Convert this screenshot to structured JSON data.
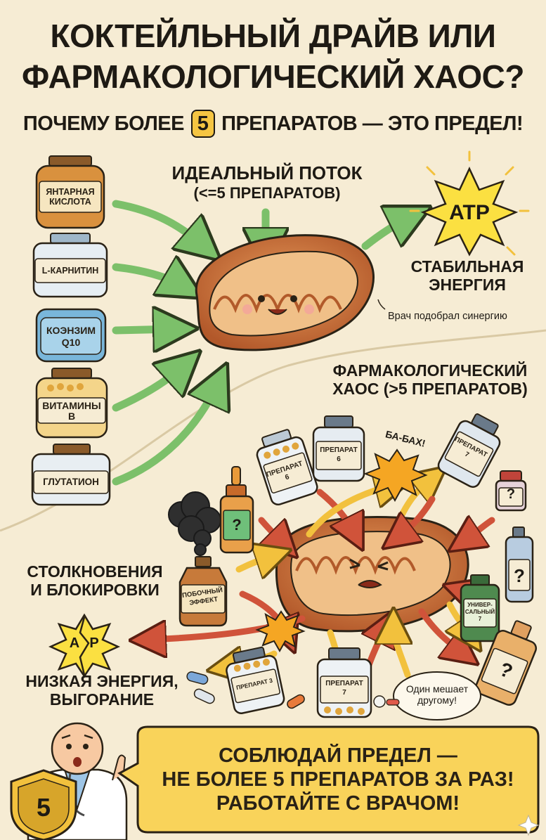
{
  "header": {
    "title_line1": "КОКТЕЙЛЬНЫЙ ДРАЙВ ИЛИ",
    "title_line2": "ФАРМАКОЛОГИЧЕСКИЙ ХАОС?",
    "subtitle_before": "ПОЧЕМУ БОЛЕЕ",
    "subtitle_number": "5",
    "subtitle_after": "ПРЕПАРАТОВ — ЭТО ПРЕДЕЛ!"
  },
  "ideal": {
    "flow_title_line1": "ИДЕАЛЬНЫЙ ПОТОК",
    "flow_title_line2": "(<=5 ПРЕПАРАТОВ)",
    "atp_label": "ATP",
    "energy_line1": "СТАБИЛЬНАЯ",
    "energy_line2": "ЭНЕРГИЯ",
    "doctor_note": "Врач подобрал синергию",
    "jars": [
      {
        "line1": "ЯНТАРНАЯ",
        "line2": "КИСЛОТА"
      },
      {
        "line1": "L-КАРНИТИН",
        "line2": ""
      },
      {
        "line1": "КОЭНЗИМ",
        "line2": "Q10"
      },
      {
        "line1": "ВИТАМИНЫ",
        "line2": "В"
      },
      {
        "line1": "ГЛУТАТИОН",
        "line2": ""
      }
    ]
  },
  "chaos": {
    "title_line1": "ФАРМАКОЛОГИЧЕСКИЙ",
    "title_line2": "ХАОС (>5 ПРЕПАРАТОВ)",
    "bang": "БА-БАХ!",
    "collision_line1": "СТОЛКНОВЕНИЯ",
    "collision_line2": "И БЛОКИРОВКИ",
    "low_energy_line1": "НИЗКАЯ ЭНЕРГИЯ,",
    "low_energy_line2": "ВЫГОРАНИЕ",
    "broken_atp_left": "A",
    "broken_atp_right": "P",
    "interference_line1": "Один мешает",
    "interference_line2": "другому!",
    "side_effect_line1": "ПОБОЧНЫЙ",
    "side_effect_line2": "ЭФФЕКТ",
    "bottle_labels": {
      "prep6a_line1": "ПРЕПАРАТ",
      "prep6a_line2": "6",
      "prep6b_line1": "ПРЕПАРАТ",
      "prep6b_line2": "6",
      "prep7a_line1": "ПРЕПАРАТ",
      "prep7a_line2": "7",
      "prep7b_line1": "ПРЕПАРАТ",
      "prep7b_line2": "7",
      "prep3": "ПРЕПАРАТ 3",
      "univ_line1": "УНИВЕР-",
      "univ_line2": "САЛЬНЫЙ",
      "univ_line3": "7",
      "unknown": "?"
    }
  },
  "footer": {
    "line1": "СОБЛЮДАЙ ПРЕДЕЛ —",
    "line2": "НЕ БОЛЕЕ 5 ПРЕПАРАТОВ ЗА РАЗ!",
    "line3": "РАБОТАЙТЕ С ВРАЧОМ!",
    "shield_number": "5"
  },
  "colors": {
    "background": "#f6ecd4",
    "green_arrow": "#7cc06a",
    "red_arrow": "#d0533a",
    "yellow_arrow": "#f2c13d",
    "mitochondria": "#c8703a",
    "badge": "#f5c542"
  }
}
